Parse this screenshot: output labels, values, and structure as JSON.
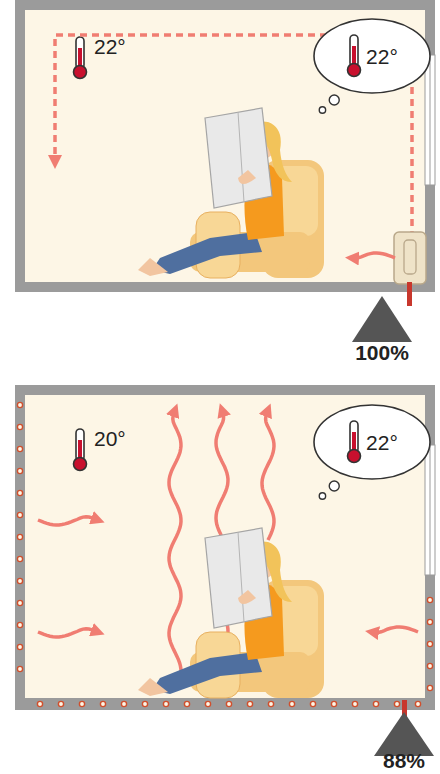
{
  "diagram": {
    "nodes": [
      {
        "text": [
          "22°"
        ]
      },
      {
        "text": [
          "22°"
        ]
      }
    ],
    "labels": [
      "22°",
      "100%",
      "20°",
      "88%"
    ]
  }
}
